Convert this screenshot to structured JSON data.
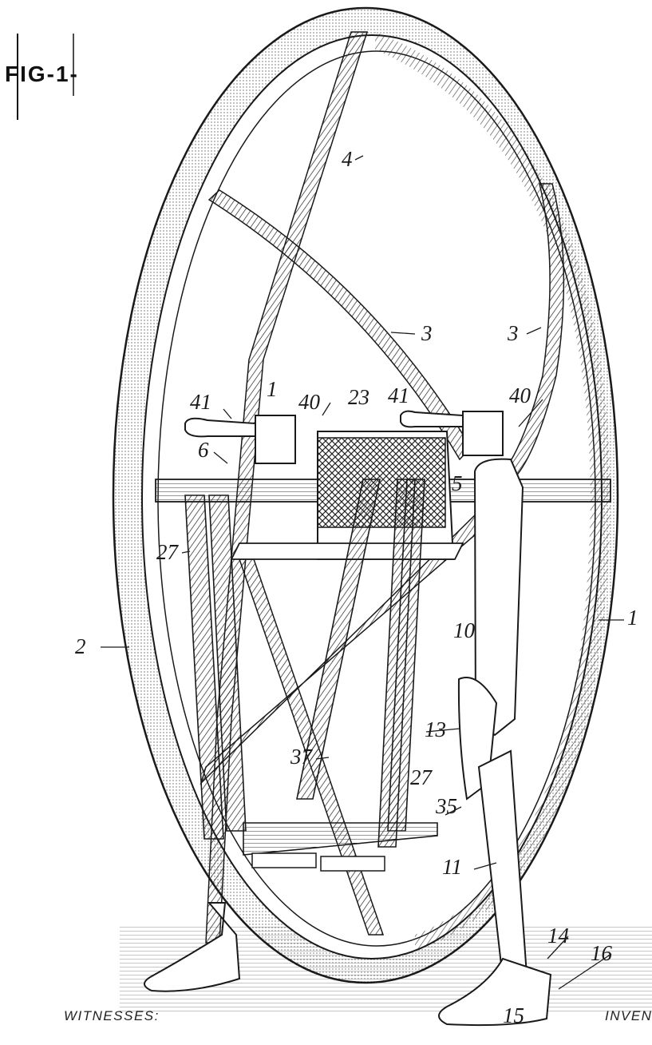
{
  "figure_label": "FIG-1-",
  "caption_left": "WITNESSES:",
  "caption_right": "INVEN",
  "reference_numerals": [
    {
      "id": "n4",
      "text": "4"
    },
    {
      "id": "n3a",
      "text": "3"
    },
    {
      "id": "n3b",
      "text": "3"
    },
    {
      "id": "n41a",
      "text": "41"
    },
    {
      "id": "n1a",
      "text": "1"
    },
    {
      "id": "n40a",
      "text": "40"
    },
    {
      "id": "n23",
      "text": "23"
    },
    {
      "id": "n41b",
      "text": "41"
    },
    {
      "id": "n40b",
      "text": "40"
    },
    {
      "id": "n6",
      "text": "6"
    },
    {
      "id": "n5",
      "text": "5"
    },
    {
      "id": "n27a",
      "text": "27"
    },
    {
      "id": "n1b",
      "text": "1"
    },
    {
      "id": "n2",
      "text": "2"
    },
    {
      "id": "n10",
      "text": "10"
    },
    {
      "id": "n13",
      "text": "13"
    },
    {
      "id": "n37",
      "text": "37"
    },
    {
      "id": "n27b",
      "text": "27"
    },
    {
      "id": "n35",
      "text": "35"
    },
    {
      "id": "n11",
      "text": "11"
    },
    {
      "id": "n14",
      "text": "14"
    },
    {
      "id": "n16",
      "text": "16"
    },
    {
      "id": "n15",
      "text": "15"
    }
  ],
  "colors": {
    "ink": "#1a1a1a",
    "paper": "#ffffff",
    "stipple": "#7a7a7a"
  }
}
